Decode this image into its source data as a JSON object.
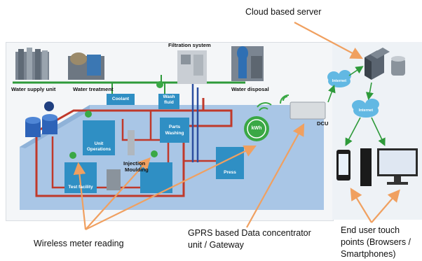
{
  "labels": {
    "cloud_server": "Cloud based server",
    "filtration": "Filtration system",
    "water_supply": "Water supply unit",
    "water_treatment": "Water treatment",
    "water_disposal": "Water disposal",
    "coolant": "Coolant",
    "wash_fluid_1": "Wash",
    "wash_fluid_2": "fluid",
    "parts_washing_1": "Parts",
    "parts_washing_2": "Washing",
    "unit_ops_1": "Unit",
    "unit_ops_2": "Operations",
    "injection_1": "Injection",
    "injection_2": "Moulding",
    "test_facility": "Test facility",
    "press": "Press",
    "kwh": "kWh",
    "dcu": "DCU",
    "internet_1": "Internet",
    "internet_2": "Internet",
    "gprs_1": "GPRS based Data concentrator",
    "gprs_2": "unit / Gateway",
    "wireless": "Wireless meter reading",
    "end_user_1": "End user touch",
    "end_user_2": "points (Browsers /",
    "end_user_3": "Smartphones)"
  },
  "colors": {
    "arrow": "#f0a060",
    "pipe_green": "#2e9a3a",
    "pipe_red": "#c0392b",
    "pipe_blue": "#2d4fa0",
    "floor": "#a9c6e6",
    "box": "#2f8fc4",
    "meter_green": "#3aa845"
  }
}
